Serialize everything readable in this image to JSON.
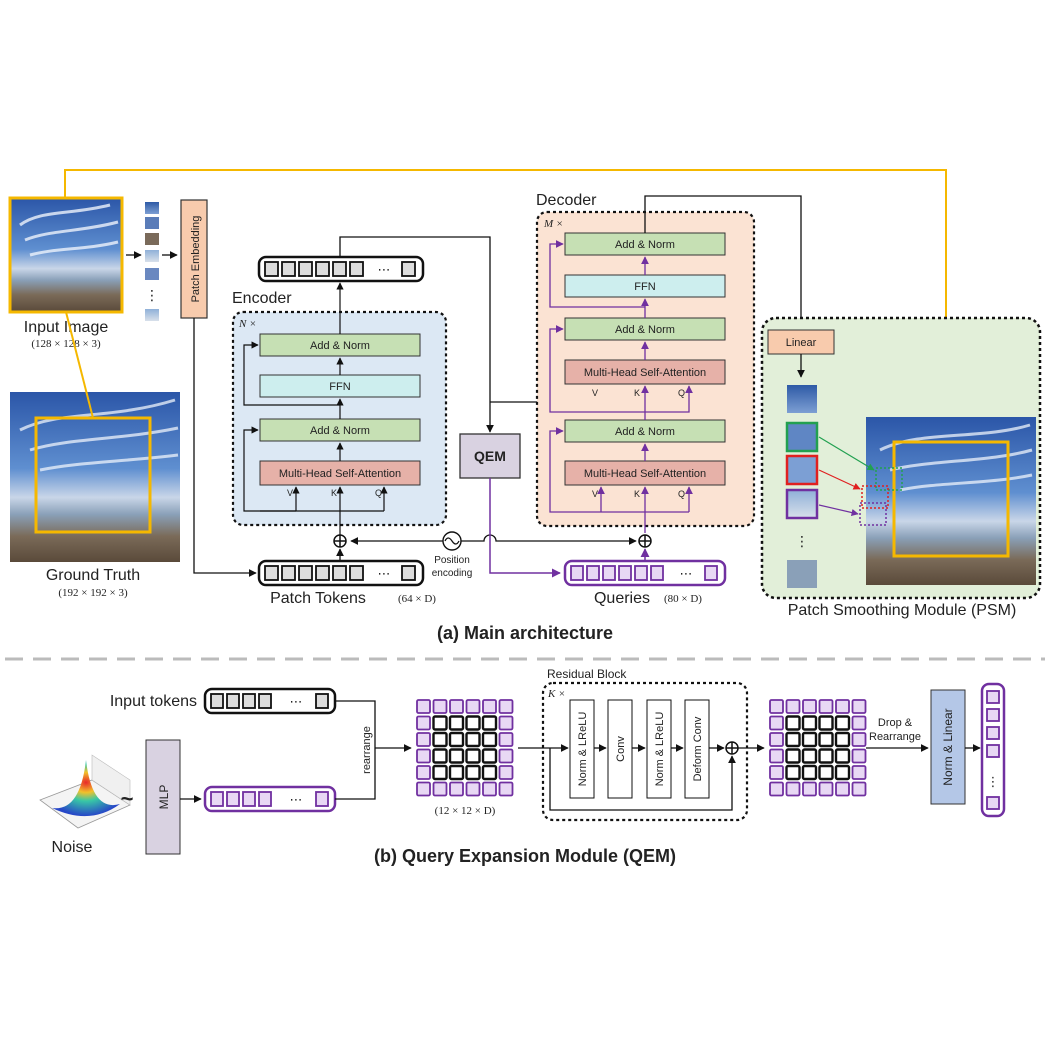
{
  "colors": {
    "encoder_bg": "#dce8f4",
    "decoder_bg": "#fbe3d3",
    "psm_bg": "#e2efd9",
    "norm_box": "#c6e0b4",
    "ffn_box": "#cdeeee",
    "attn_box": "#e6b1a8",
    "patch_embed": "#f8cbad",
    "qem_box": "#d9d2e1",
    "mlp_box": "#d9d2e1",
    "norm_linear": "#b4c7e7",
    "purple": "#7030a0",
    "gold": "#f5b800",
    "black": "#111111"
  },
  "main": {
    "title": "(a) Main architecture",
    "input_image": {
      "label": "Input Image",
      "dims": "(128 × 128 × 3)"
    },
    "ground_truth": {
      "label": "Ground Truth",
      "dims": "(192 × 192 × 3)"
    },
    "patch_embedding": "Patch Embedding",
    "encoder": {
      "label": "Encoder",
      "repeat": "N ×",
      "add_norm_top": "Add & Norm",
      "ffn": "FFN",
      "add_norm_bottom": "Add & Norm",
      "mhsa": "Multi-Head Self-Attention",
      "v": "V",
      "k": "K",
      "q": "Q"
    },
    "decoder": {
      "label": "Decoder",
      "repeat": "M ×",
      "add_norm_1": "Add & Norm",
      "ffn": "FFN",
      "add_norm_2": "Add & Norm",
      "mhsa_1": "Multi-Head Self-Attention",
      "add_norm_3": "Add & Norm",
      "mhsa_2": "Multi-Head Self-Attention",
      "v": "V",
      "k": "K",
      "q": "Q"
    },
    "qem": "QEM",
    "position_encoding_1": "Position",
    "position_encoding_2": "encoding",
    "patch_tokens": {
      "label": "Patch Tokens",
      "dims": "(64 × D)"
    },
    "queries": {
      "label": "Queries",
      "dims": "(80 × D)"
    },
    "linear": "Linear",
    "psm": "Patch Smoothing Module (PSM)",
    "ellipsis": "⋯",
    "vdots": "⋮"
  },
  "qem_detail": {
    "title": "(b) Query  Expansion Module (QEM)",
    "input_tokens": "Input tokens",
    "noise": "Noise",
    "tilde": "~",
    "mlp": "MLP",
    "rearrange": "rearrange",
    "grid_dims": "(12 × 12 × D)",
    "residual_block": "Residual Block",
    "repeat": "K ×",
    "norm_lrelu_1": "Norm & LReLU",
    "conv": "Conv",
    "norm_lrelu_2": "Norm & LReLU",
    "deform_conv": "Deform Conv",
    "drop_1": "Drop &",
    "drop_2": "Rearrange",
    "norm_linear": "Norm & Linear"
  }
}
